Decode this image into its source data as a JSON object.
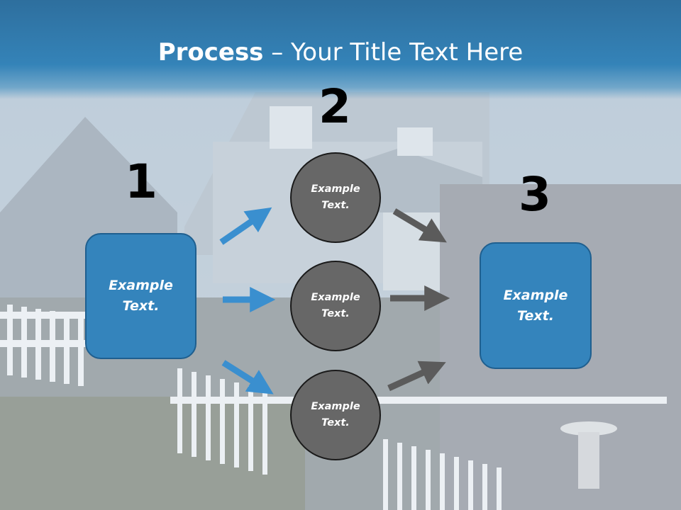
{
  "slide": {
    "title_bold": "Process",
    "title_rest": " – Your Title Text Here",
    "steps": [
      {
        "number": "1",
        "box_text": "Example Text."
      },
      {
        "number": "2"
      },
      {
        "number": "3",
        "box_text": "Example Text."
      }
    ],
    "circles": [
      {
        "text": "Example Text."
      },
      {
        "text": "Example Text."
      },
      {
        "text": "Example Text."
      }
    ]
  },
  "colors": {
    "title_band": "#3483b8",
    "box_fill": "#3484bc",
    "circle_fill": "#676767",
    "blue_arrow": "#3a8fcf",
    "gray_arrow": "#5b5b5b"
  }
}
